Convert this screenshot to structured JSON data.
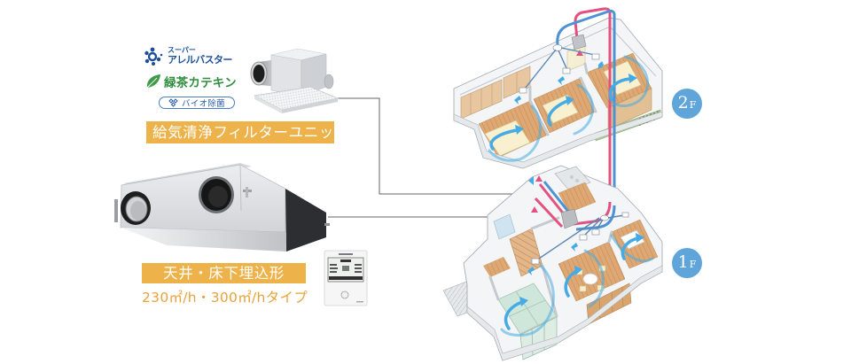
{
  "brand_logos": [
    {
      "id": "super-allerbuster",
      "icon": "allerbuster-flower-icon",
      "line1": "スーパー",
      "line2": "アレルバスター",
      "color": "#1B4F9C"
    },
    {
      "id": "green-tea-catechin",
      "icon": "leaf-icon",
      "text": "緑茶カテキン",
      "color": "#2F8F3F"
    },
    {
      "id": "bio-sterilization",
      "icon": "bio-diamond-icon",
      "text": "バイオ除菌",
      "color": "#2C5EA8"
    }
  ],
  "products": {
    "filter_unit": {
      "label": "給気清浄フィルターユニット"
    },
    "ventilation_unit": {
      "label": "天井・床下埋込形",
      "capacity": "230㎡/h・300㎡/hタイプ"
    },
    "remote_controller": {
      "label": ""
    }
  },
  "floors": [
    {
      "number": "2",
      "suffix": "F"
    },
    {
      "number": "1",
      "suffix": "F"
    }
  ],
  "colors": {
    "label_bg": "#EDB24A",
    "capacity_text": "#E9A23B",
    "floor_badge": "#5FA5D9",
    "supply_duct": "#E5517F",
    "exhaust_duct": "#4D93D4",
    "airflow": "#46ABE4"
  }
}
